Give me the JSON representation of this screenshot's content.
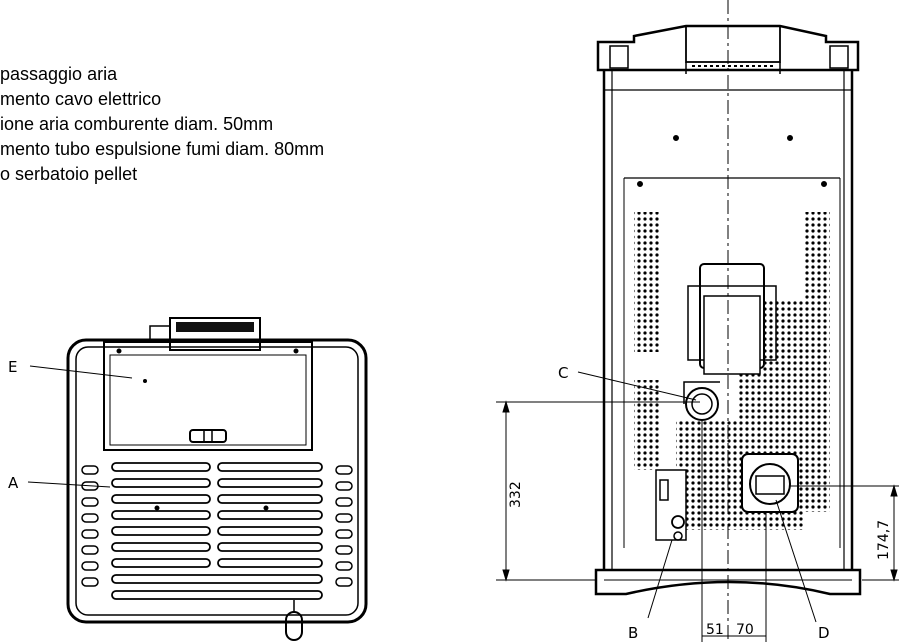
{
  "legend": [
    "passaggio aria",
    "mento cavo elettrico",
    "ione aria comburente diam. 50mm",
    "mento tubo espulsione fumi diam. 80mm",
    "o serbatoio pellet"
  ],
  "labels": {
    "A": "A",
    "B": "B",
    "C": "C",
    "D": "D",
    "E": "E"
  },
  "dimensions": {
    "height_left": "332",
    "height_right": "174,7",
    "width_left": "51",
    "width_right": "70"
  }
}
